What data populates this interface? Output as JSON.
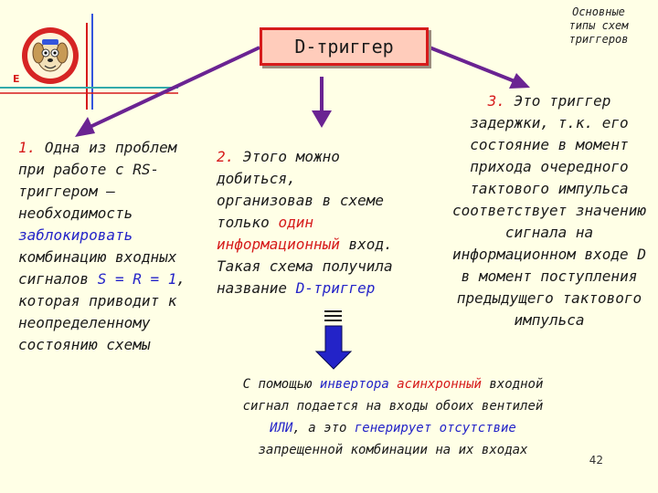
{
  "header": {
    "title": "D-триггер",
    "caption_lines": [
      "Основные",
      "типы схем",
      "триггеров"
    ]
  },
  "logo": {
    "letter": "E"
  },
  "column1": {
    "num": "1.",
    "text_a": " Одна из проблем при работе с RS-триггером – необходимость ",
    "highlight": "заблокировать",
    "text_b": " комбинацию входных сигналов ",
    "formula": "S = R = 1",
    "text_c": ", которая приводит к неопределенному состоянию схемы"
  },
  "column2": {
    "num": "2.",
    "text_a": " Этого можно добиться, организовав в схеме только ",
    "highlight1": "один информационный",
    "text_b": " вход. Такая схема получила название ",
    "highlight2": "D-триггер"
  },
  "column3": {
    "num": "3.",
    "text": " Это триггер задержки, т.к. его состояние в момент прихода очередного тактового импульса соответствует значению сигнала на информационном входе D в момент поступления предыдущего тактового импульса"
  },
  "bottom": {
    "t1": "С помощью ",
    "inverter": "инвертора",
    "t2": " ",
    "async": "асинхронный",
    "t3": " входной сигнал подается на входы обоих вентилей ",
    "ili": "ИЛИ",
    "t4": ", а это ",
    "generates": "генерирует отсутствие",
    "t5": " запрещенной комбинации на их входах"
  },
  "page_number": "42",
  "colors": {
    "red": "#D61B1B",
    "blue": "#2323C8",
    "purple": "#6A2392",
    "background": "#FFFFE6"
  }
}
